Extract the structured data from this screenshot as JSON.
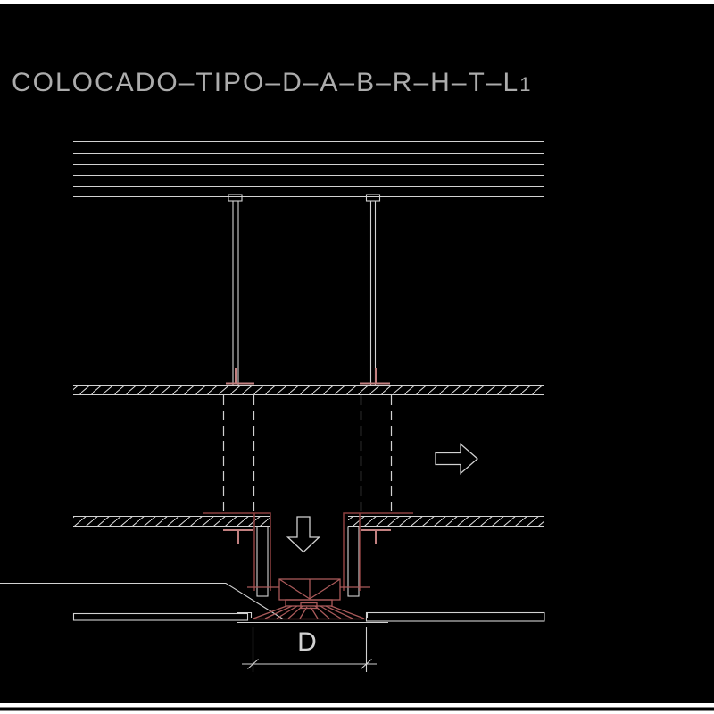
{
  "title": {
    "main": "COLOCADO–TIPO–D–A–B–R–H–T–L",
    "sub": "1"
  },
  "dimension": {
    "label": "D"
  },
  "colors": {
    "bg": "#000000",
    "frame": "#ffffff",
    "line": "#d2d2d2",
    "hatch": "#e6e6e6",
    "text": "#acacac",
    "red-light": "#c28080",
    "red-mid": "#aa5a5a",
    "red-dark": "#8e4040"
  }
}
